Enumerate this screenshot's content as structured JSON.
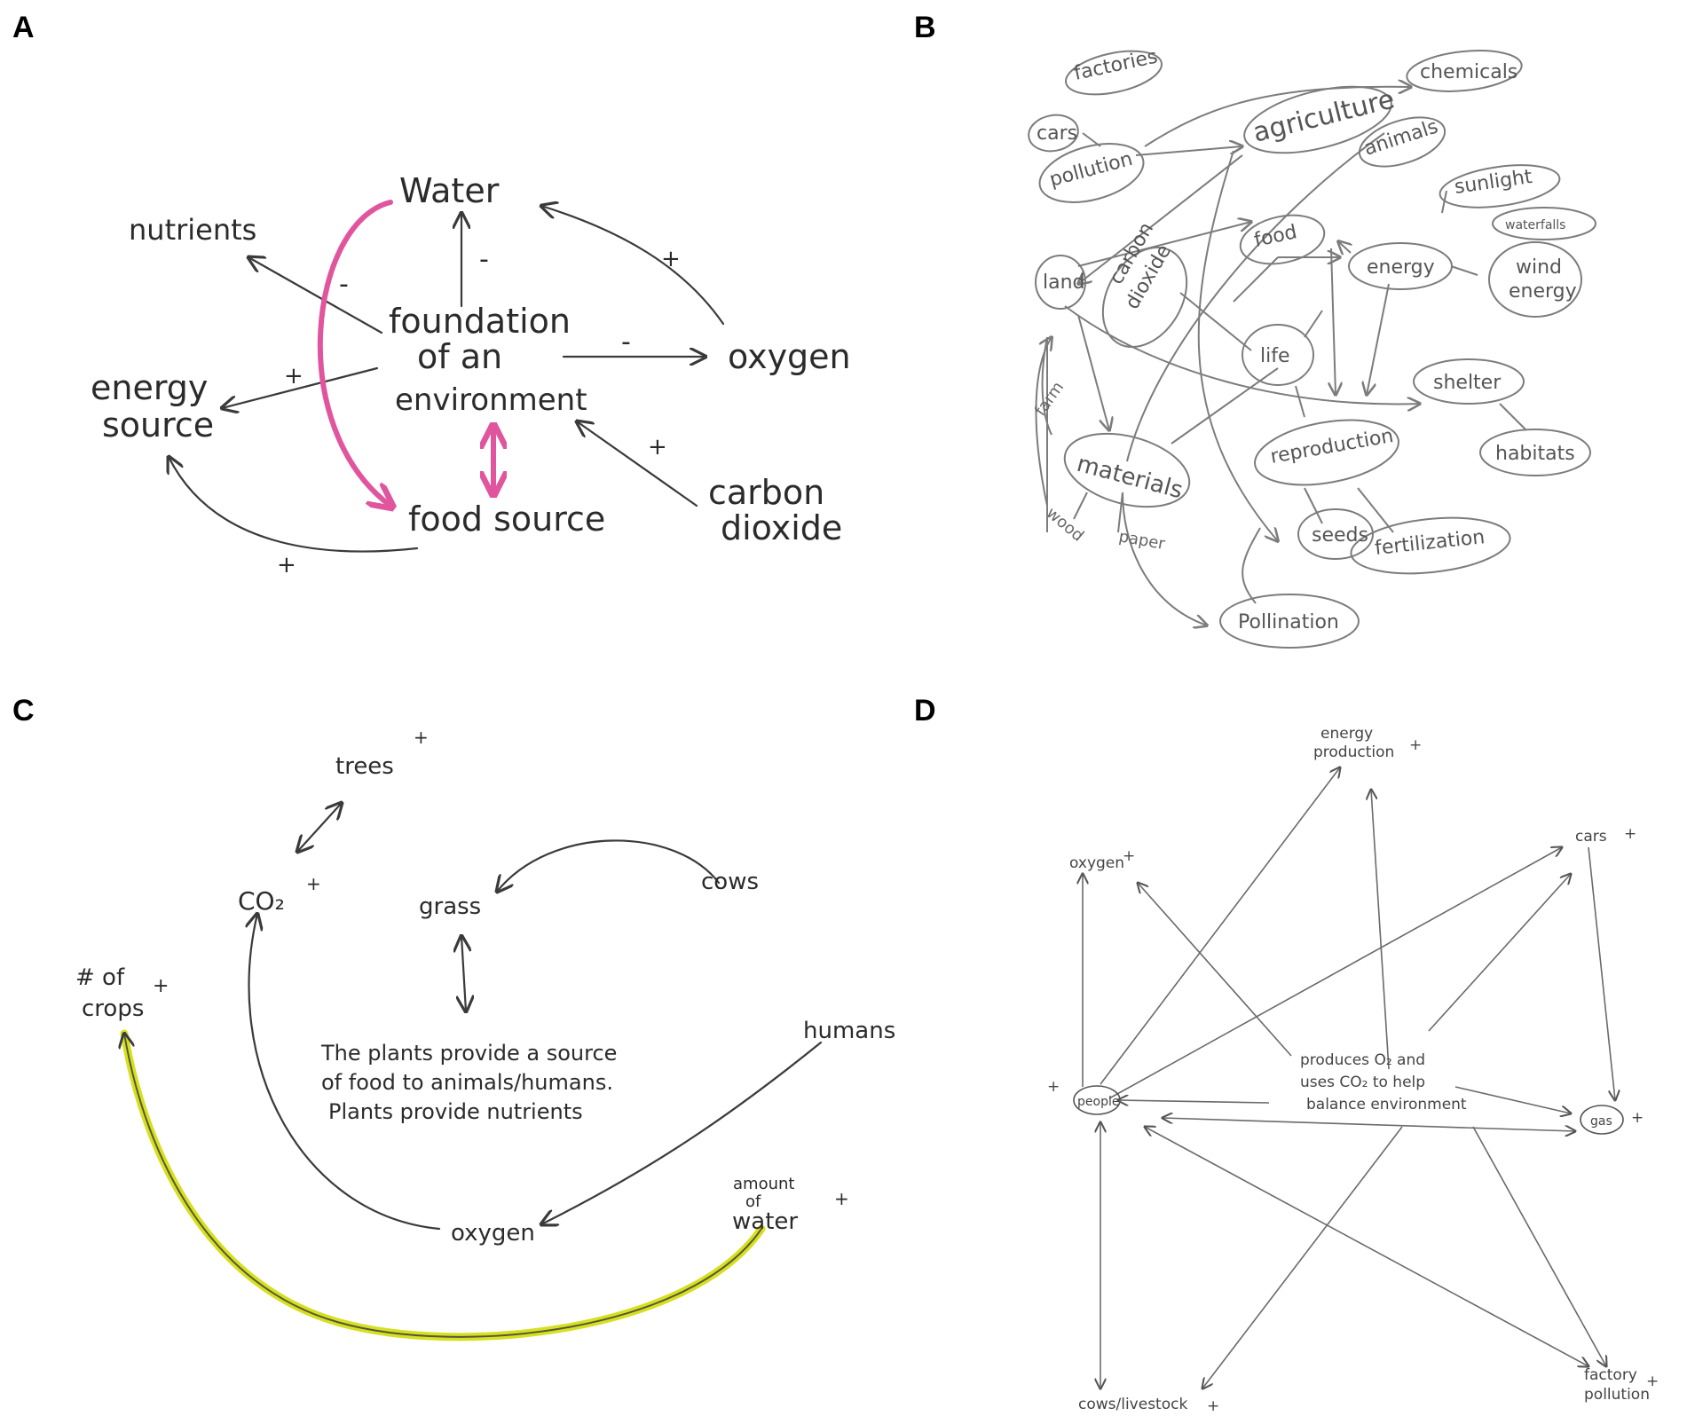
{
  "panel_labels": {
    "a": "A",
    "b": "B",
    "c": "C",
    "d": "D"
  },
  "panel_a": {
    "nodes": {
      "water": "Water",
      "nutrients": "nutrients",
      "foundation_1": "foundation",
      "foundation_2": "of an",
      "foundation_3": "environment",
      "oxygen": "oxygen",
      "energy_1": "energy",
      "energy_2": "source",
      "food_source": "food source",
      "carbon_1": "carbon",
      "carbon_2": "dioxide"
    },
    "signs": {
      "water_up": "-",
      "pink": "-",
      "oxygen_link": "-",
      "oxygen_water": "+",
      "energy": "+",
      "carbon": "+",
      "food_energy": "+"
    },
    "highlight_color": "#e0559e"
  },
  "panel_b": {
    "nodes": {
      "factories": "factories",
      "cars": "cars",
      "pollution": "pollution",
      "agriculture": "agriculture",
      "chemicals": "chemicals",
      "animals": "animals",
      "sunlight": "sunlight",
      "waterfalls": "waterfalls",
      "food": "food",
      "energy": "energy",
      "wind_1": "wind",
      "wind_2": "energy",
      "land": "land",
      "carbon_1": "carbon",
      "carbon_2": "dioxide",
      "life": "life",
      "shelter": "shelter",
      "habitats": "habitats",
      "materials": "materials",
      "reproduction": "reproduction",
      "seeds": "seeds",
      "fertilization": "fertilization",
      "pollination": "Pollination",
      "farm": "farm",
      "wood": "wood",
      "paper": "paper"
    }
  },
  "panel_c": {
    "nodes": {
      "trees": "trees",
      "co2": "CO₂",
      "grass": "grass",
      "cows": "cows",
      "crops_1": "# of",
      "crops_2": "crops",
      "humans": "humans",
      "note_1": "The plants provide a source",
      "note_2": "of food to animals/humans.",
      "note_3": "Plants provide nutrients",
      "oxygen": "oxygen",
      "water_1": "amount",
      "water_2": "of",
      "water_3": "water"
    },
    "signs": {
      "trees": "+",
      "co2": "+",
      "crops": "+",
      "water": "+"
    },
    "highlight_color": "#d6e021"
  },
  "panel_d": {
    "nodes": {
      "energy_1": "energy",
      "energy_2": "production",
      "oxygen": "oxygen",
      "cars": "cars",
      "people": "people",
      "center_1": "produces O₂ and",
      "center_2": "uses CO₂ to help",
      "center_3": "balance environment",
      "gas": "gas",
      "cows": "cows/livestock",
      "factory_1": "factory",
      "factory_2": "pollution"
    },
    "signs": {
      "energy": "+",
      "oxygen": "+",
      "cars": "+",
      "people": "+",
      "gas": "+",
      "cows": "+",
      "factory": "+"
    }
  }
}
